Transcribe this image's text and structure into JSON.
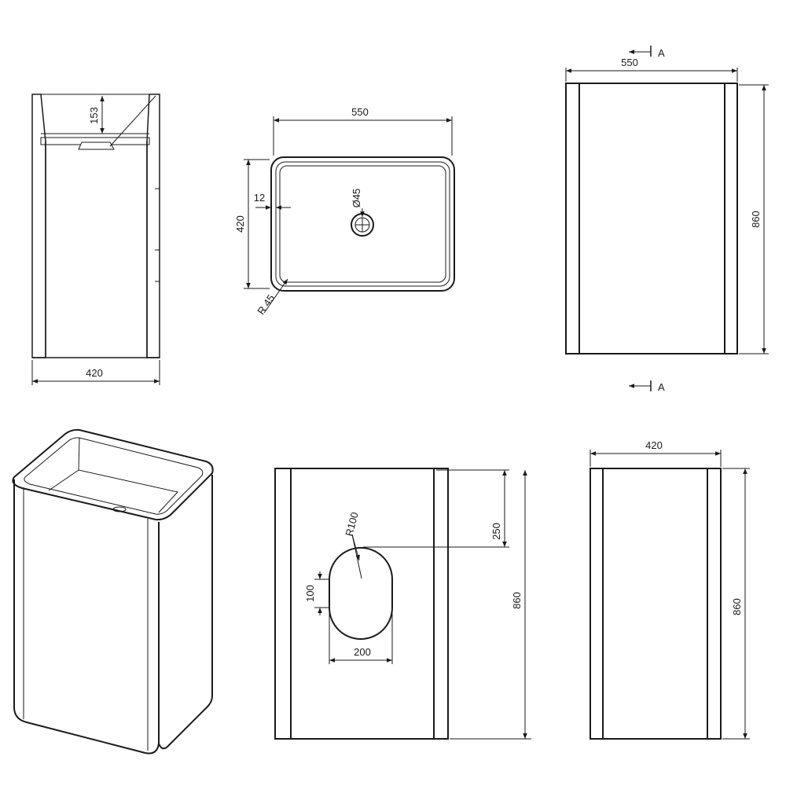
{
  "colors": {
    "line": "#1a1a1a",
    "hatch": "#555555",
    "background": "#ffffff"
  },
  "section_view": {
    "depth_label": "153",
    "width_label": "420"
  },
  "top_view": {
    "width_label": "550",
    "height_label": "420",
    "wall_label": "12",
    "drain_label": "Ø45",
    "radius_label": "R 45"
  },
  "front_view": {
    "width_label": "550",
    "height_label": "860",
    "section_marker_top": "A",
    "section_marker_bottom": "A"
  },
  "back_view": {
    "opening_radius_label": "R100",
    "opening_top_label": "250",
    "opening_straight_label": "100",
    "opening_width_label": "200",
    "height_label": "860"
  },
  "side_view": {
    "width_label": "420",
    "height_label": "860"
  }
}
